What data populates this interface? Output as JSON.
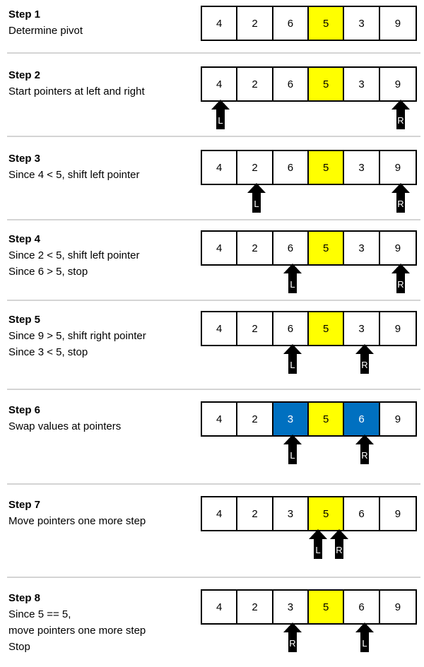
{
  "colors": {
    "pivot": "#ffff00",
    "swap": "#0070c0",
    "default": "#ffffff",
    "divider": "#d4d4d4",
    "arrow": "#000000"
  },
  "steps": [
    {
      "title": "Step 1",
      "lines": [
        "Determine pivot"
      ],
      "cells": [
        {
          "v": "4"
        },
        {
          "v": "2"
        },
        {
          "v": "6"
        },
        {
          "v": "5",
          "hl": "pivot"
        },
        {
          "v": "3"
        },
        {
          "v": "9"
        }
      ],
      "pointers": []
    },
    {
      "title": "Step 2",
      "lines": [
        "Start pointers at left and right"
      ],
      "cells": [
        {
          "v": "4"
        },
        {
          "v": "2"
        },
        {
          "v": "6"
        },
        {
          "v": "5",
          "hl": "pivot"
        },
        {
          "v": "3"
        },
        {
          "v": "9"
        }
      ],
      "pointers": [
        {
          "label": "L",
          "cell": 0
        },
        {
          "label": "R",
          "cell": 5
        }
      ]
    },
    {
      "title": "Step 3",
      "lines": [
        "Since 4 < 5, shift left pointer"
      ],
      "cells": [
        {
          "v": "4"
        },
        {
          "v": "2"
        },
        {
          "v": "6"
        },
        {
          "v": "5",
          "hl": "pivot"
        },
        {
          "v": "3"
        },
        {
          "v": "9"
        }
      ],
      "pointers": [
        {
          "label": "L",
          "cell": 1
        },
        {
          "label": "R",
          "cell": 5
        }
      ]
    },
    {
      "title": "Step 4",
      "lines": [
        "Since 2 < 5, shift left pointer",
        "Since 6 > 5, stop"
      ],
      "cells": [
        {
          "v": "4"
        },
        {
          "v": "2"
        },
        {
          "v": "6"
        },
        {
          "v": "5",
          "hl": "pivot"
        },
        {
          "v": "3"
        },
        {
          "v": "9"
        }
      ],
      "pointers": [
        {
          "label": "L",
          "cell": 2
        },
        {
          "label": "R",
          "cell": 5
        }
      ]
    },
    {
      "title": "Step 5",
      "lines": [
        "Since 9 > 5, shift right pointer",
        "Since 3 < 5, stop"
      ],
      "cells": [
        {
          "v": "4"
        },
        {
          "v": "2"
        },
        {
          "v": "6"
        },
        {
          "v": "5",
          "hl": "pivot"
        },
        {
          "v": "3"
        },
        {
          "v": "9"
        }
      ],
      "pointers": [
        {
          "label": "L",
          "cell": 2
        },
        {
          "label": "R",
          "cell": 4
        }
      ]
    },
    {
      "title": "Step 6",
      "lines": [
        "Swap values at pointers"
      ],
      "cells": [
        {
          "v": "4"
        },
        {
          "v": "2"
        },
        {
          "v": "3",
          "hl": "swap"
        },
        {
          "v": "5",
          "hl": "pivot"
        },
        {
          "v": "6",
          "hl": "swap"
        },
        {
          "v": "9"
        }
      ],
      "pointers": [
        {
          "label": "L",
          "cell": 2
        },
        {
          "label": "R",
          "cell": 4
        }
      ]
    },
    {
      "title": "Step 7",
      "lines": [
        "Move pointers one more step"
      ],
      "cells": [
        {
          "v": "4"
        },
        {
          "v": "2"
        },
        {
          "v": "3"
        },
        {
          "v": "5",
          "hl": "pivot"
        },
        {
          "v": "6"
        },
        {
          "v": "9"
        }
      ],
      "pointers": [
        {
          "label": "L",
          "cell": 3
        },
        {
          "label": "R",
          "cell": 3
        }
      ]
    },
    {
      "title": "Step 8",
      "lines": [
        "Since 5 == 5,",
        "move pointers one more step",
        "Stop"
      ],
      "cells": [
        {
          "v": "4"
        },
        {
          "v": "2"
        },
        {
          "v": "3"
        },
        {
          "v": "5",
          "hl": "pivot"
        },
        {
          "v": "6"
        },
        {
          "v": "9"
        }
      ],
      "pointers": [
        {
          "label": "R",
          "cell": 2
        },
        {
          "label": "L",
          "cell": 4
        }
      ]
    }
  ]
}
